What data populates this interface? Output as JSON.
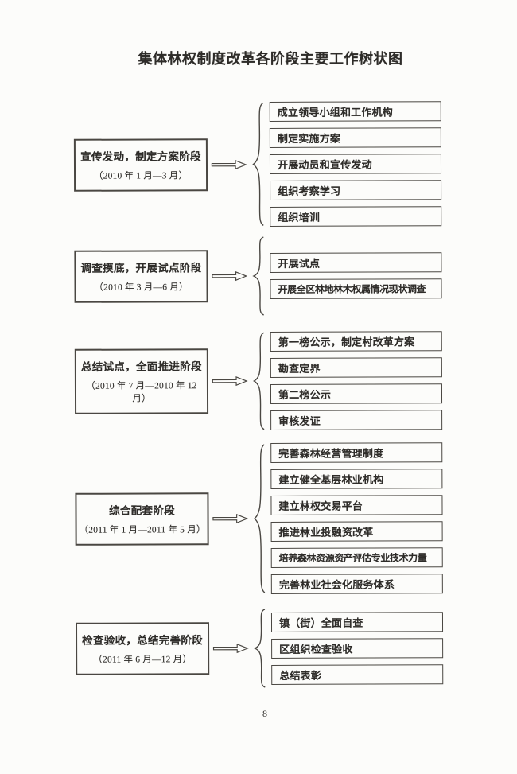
{
  "document": {
    "title": "集体林权制度改革各阶段主要工作树状图",
    "page_number": "8"
  },
  "diagram": {
    "stages": [
      {
        "name": "宣传发动，制定方案阶段",
        "date": "（2010 年 1 月—3 月）",
        "tasks": [
          "成立领导小组和工作机构",
          "制定实施方案",
          "开展动员和宣传发动",
          "组织考察学习",
          "组织培训"
        ]
      },
      {
        "name": "调查摸底，开展试点阶段",
        "date": "（2010 年 3 月—6 月）",
        "tasks": [
          "开展试点",
          "开展全区林地林木权属情况现状调查"
        ]
      },
      {
        "name": "总结试点，全面推进阶段",
        "date": "（2010 年 7 月—2010 年 12 月）",
        "tasks": [
          "第一榜公示，制定村改革方案",
          "勘查定界",
          "第二榜公示",
          "审核发证"
        ]
      },
      {
        "name": "综合配套阶段",
        "date": "（2011 年 1 月—2011 年 5 月）",
        "tasks": [
          "完善森林经营管理制度",
          "建立健全基层林业机构",
          "建立林权交易平台",
          "推进林业投融资改革",
          "培养森林资源资产评估专业技术力量",
          "完善林业社会化服务体系"
        ]
      },
      {
        "name": "检查验收，总结完善阶段",
        "date": "（2011 年 6 月—12 月）",
        "tasks": [
          "镇（街）全面自查",
          "区组织检查验收",
          "总结表彰"
        ]
      }
    ]
  },
  "colors": {
    "paper": "#fcfcfa",
    "ink": "#2e2c29",
    "border": "#4a4742"
  }
}
